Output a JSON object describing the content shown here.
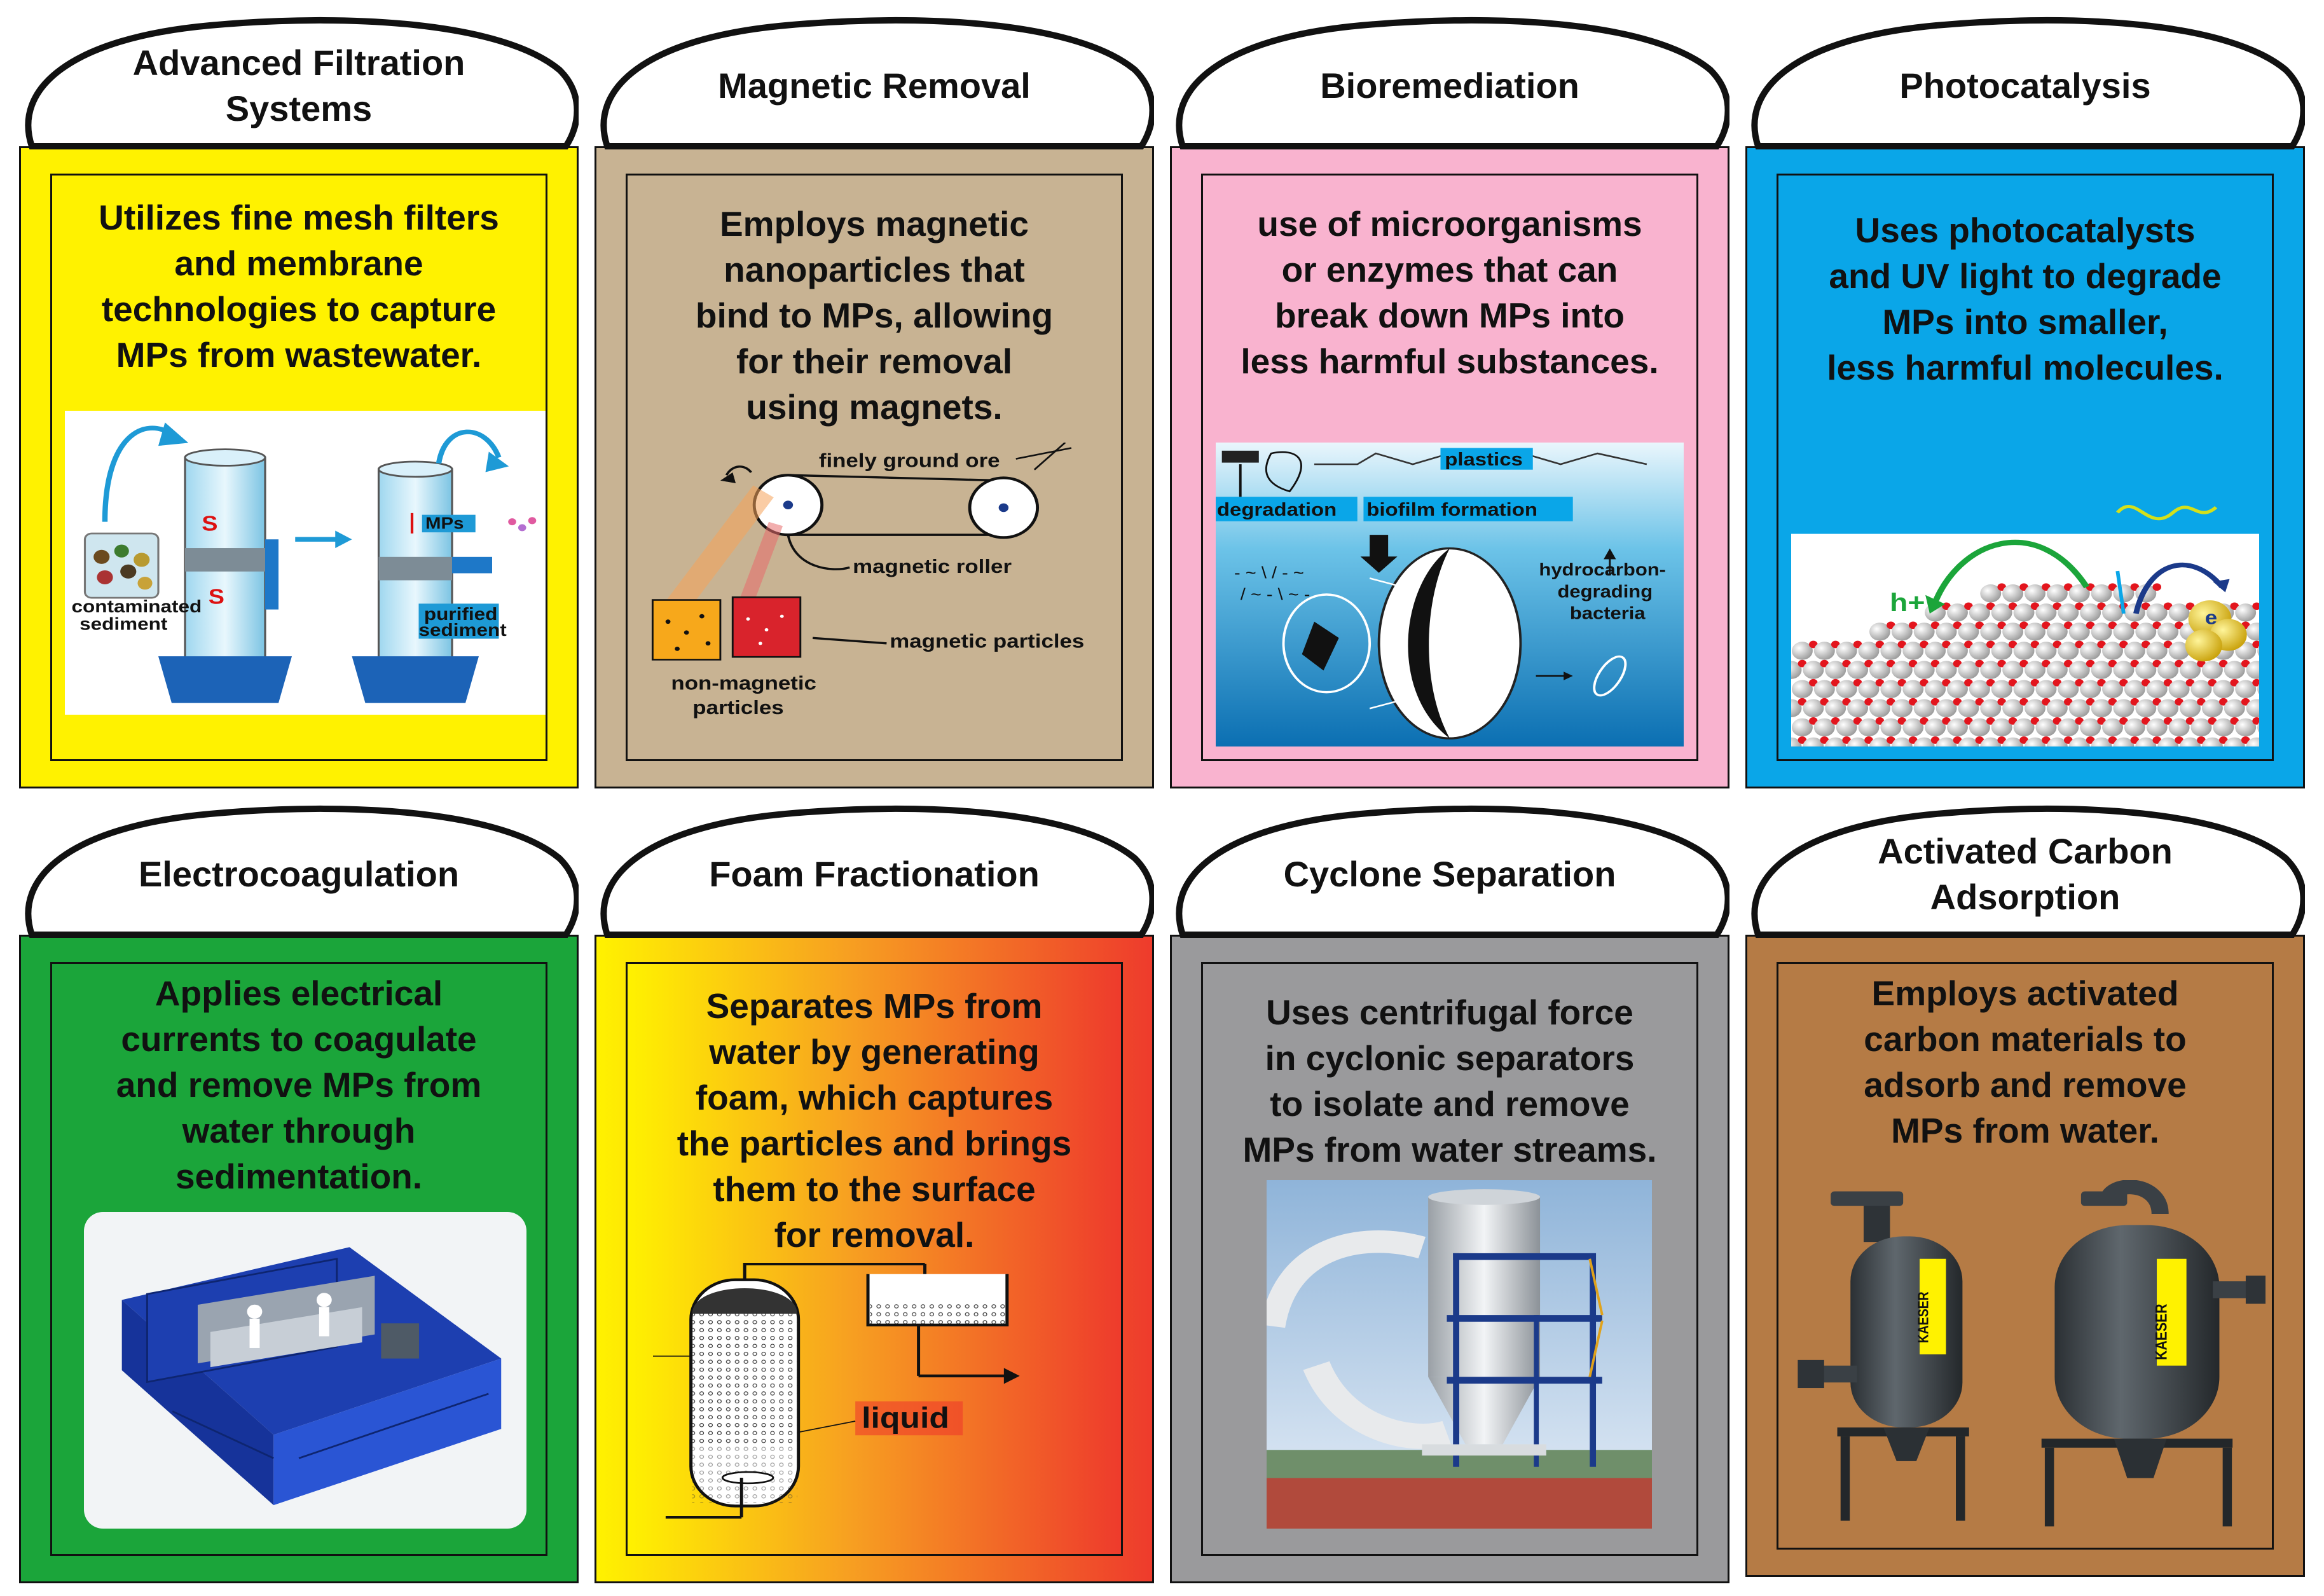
{
  "panels": [
    {
      "title": "Advanced Filtration\nSystems",
      "color": "#FFF200",
      "description": "Utilizes fine mesh filters\nand membrane\ntechnologies to capture\nMPs from wastewater.",
      "labels": {
        "contaminated": "contaminated\nsediment",
        "mps": "MPs",
        "purified": "purified\nsediment"
      }
    },
    {
      "title": "Magnetic Removal",
      "color": "#C8B393",
      "description": "Employs magnetic\nnanoparticles that\nbind to MPs, allowing\nfor their removal\nusing magnets.",
      "labels": {
        "ore": "finely ground ore",
        "roller": "magnetic roller",
        "magnetic": "magnetic particles",
        "nonmagnetic": "non-magnetic\nparticles"
      }
    },
    {
      "title": "Bioremediation",
      "color": "#F9B3CF",
      "description": "use of microorganisms\nor enzymes that can\nbreak down MPs into\nless harmful substances.",
      "labels": {
        "plastics": "plastics",
        "degradation": "degradation",
        "biofilm": "biofilm formation",
        "bacteria": "hydrocarbon-\ndegrading\nbacteria"
      }
    },
    {
      "title": "Photocatalysis",
      "color": "#0AA6E8",
      "description": "Uses photocatalysts\nand UV light to degrade\nMPs into smaller,\nless harmful molecules.",
      "labels": {
        "hole": "h+",
        "electron": "e"
      }
    },
    {
      "title": "Electrocoagulation",
      "color": "#1BA53A",
      "description": "Applies electrical\ncurrents to coagulate\nand remove MPs from\nwater through\nsedimentation.",
      "labels": {}
    },
    {
      "title": "Foam Fractionation",
      "color": "#F7A021",
      "description": "Separates MPs from\nwater by generating\nfoam, which captures\nthe particles and brings\nthem to the surface\nfor removal.",
      "labels": {
        "liquid": "liquid"
      }
    },
    {
      "title": "Cyclone Separation",
      "color": "#9A9A9C",
      "description": "Uses centrifugal force\nin cyclonic separators\nto isolate and remove\nMPs from water streams.",
      "labels": {}
    },
    {
      "title": "Activated Carbon\nAdsorption",
      "color": "#B57B45",
      "description": "Employs activated\ncarbon materials to\nadsorb and remove\nMPs from water.",
      "labels": {
        "brand": "KAESER"
      }
    }
  ]
}
